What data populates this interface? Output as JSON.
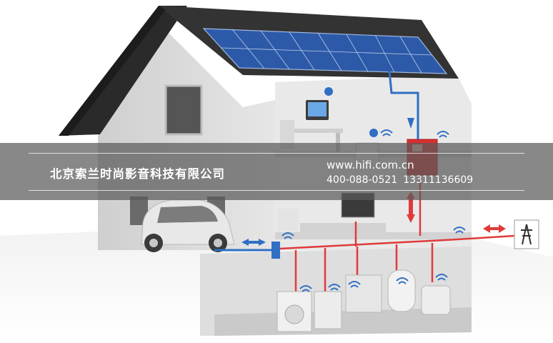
{
  "banner": {
    "company_name": "北京索兰时尚影音科技有限公司",
    "website": "www.hifi.com.cn",
    "phone_1": "400-088-0521",
    "phone_2": "13311136609"
  },
  "illustration": {
    "subject": "solar-powered smart home",
    "colors": {
      "roof": "#2a2a2a",
      "solar_panel": "#2d5aa8",
      "house_wall": "#d9d9d9",
      "power_line": "#e03a3a",
      "data_line": "#2f6fc4",
      "inverter_box": "#d82f2f",
      "banner_overlay": "#5a5a5a"
    },
    "icons": [
      "wifi-icon",
      "grid-tower-icon",
      "car",
      "washing-machine",
      "water-heater",
      "tablet"
    ]
  }
}
